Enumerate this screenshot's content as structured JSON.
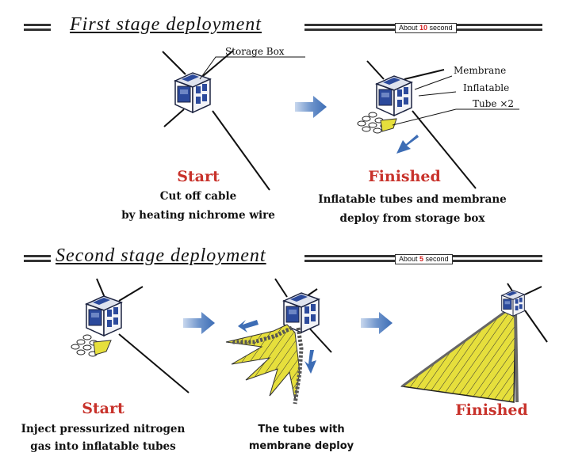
{
  "stage1": {
    "title": "First stage deployment",
    "badge_prefix": "About ",
    "badge_value": "10",
    "badge_suffix": " second",
    "callouts": {
      "storage_box": "Storage Box",
      "membrane": "Membrane",
      "inflatable": "Inflatable",
      "tube": "Tube ×2"
    },
    "start_label": "Start",
    "start_caption": [
      "Cut off cable",
      "by heating nichrome wire"
    ],
    "finished_label": "Finished",
    "finished_caption": [
      "Inflatable tubes and membrane",
      "deploy from storage box"
    ]
  },
  "stage2": {
    "title": "Second stage deployment",
    "badge_prefix": "About ",
    "badge_value": "5",
    "badge_suffix": " second",
    "start_label": "Start",
    "start_caption": [
      "Inject pressurized nitrogen",
      "gas into inflatable tubes"
    ],
    "middle_caption": [
      "The tubes with",
      "membrane deploy"
    ],
    "finished_label": "Finished"
  },
  "colors": {
    "cube_frame": "#3a4a7a",
    "panel_blue": "#2c4a9c",
    "arrow_blue": "#3d6db5",
    "membrane_yellow": "#e6df3c",
    "label_red": "#c8322b"
  }
}
